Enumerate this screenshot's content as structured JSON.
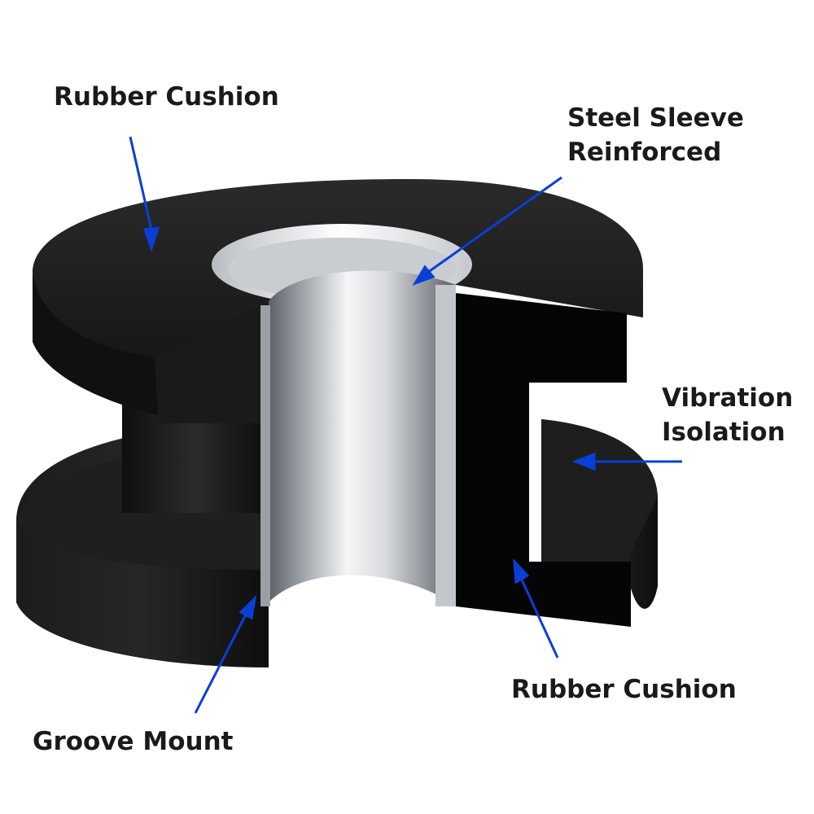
{
  "colors": {
    "arrow": "#0a3fd6",
    "rubber": "#151515",
    "rubber_cut": "#050505",
    "steel_light": "#f2f3f4",
    "steel_dark": "#6e7278",
    "label_text": "#1a1a1a",
    "background": "#ffffff"
  },
  "callouts": {
    "rubber_cushion_top": "Rubber Cushion",
    "steel_sleeve_line1": "Steel Sleeve",
    "steel_sleeve_line2": "Reinforced",
    "vibration_line1": "Vibration",
    "vibration_line2": "Isolation",
    "rubber_cushion_bottom": "Rubber Cushion",
    "groove_mount": "Groove Mount"
  }
}
